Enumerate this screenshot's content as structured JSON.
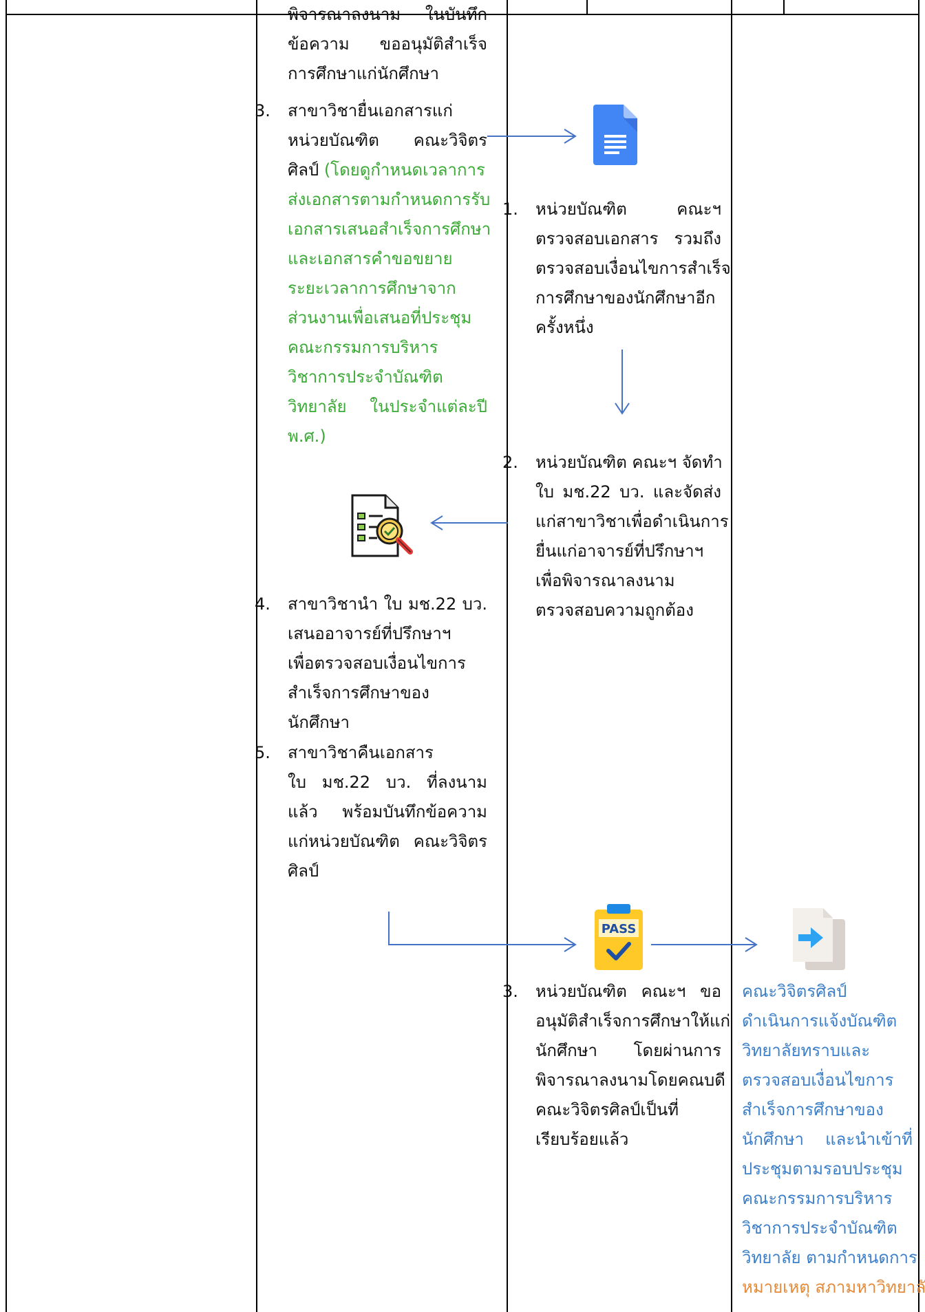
{
  "col2": {
    "intro_lines": [
      "พิจารณาลงนาม ในบันทึก",
      "ข้อความ ขออนุมัติสำเร็จ",
      "การศึกษาแก่นักศึกษา"
    ],
    "item3_num": "3.",
    "item3_lines": [
      "สาขาวิชายื่นเอกสารแก่",
      "หน่วยบัณฑิต คณะวิจิตร"
    ],
    "item3_line3_black": "ศิลป์ ",
    "item3_line3_green": "(โดยดูกำหนดเวลาการ",
    "item3_green_lines": [
      "ส่งเอกสารตามกำหนดการรับ",
      "เอกสารเสนอสำเร็จการศึกษา",
      "และเอกสารคำขอขยาย",
      "ระยะเวลาการศึกษาจาก",
      "ส่วนงานเพื่อเสนอที่ประชุม",
      "คณะกรรมการบริหาร",
      "วิชาการประจำบัณฑิต",
      "วิทยาลัย ในประจำแต่ละปี",
      "พ.ศ.)"
    ],
    "item4_num": "4.",
    "item4_lines": [
      "สาขาวิชานำ ใบ มช.22 บว.",
      "เสนออาจารย์ที่ปรึกษาฯ",
      "เพื่อตรวจสอบเงื่อนไขการ",
      "สำเร็จการศึกษาของ",
      "นักศึกษา"
    ],
    "item5_num": "5.",
    "item5_lines": [
      "สาขาวิชาคืนเอกสาร",
      "ใบ มช.22 บว. ที่ลงนาม",
      "แล้ว พร้อมบันทึกข้อความ",
      "แก่หน่วยบัณฑิต คณะวิจิตร",
      "ศิลป์"
    ]
  },
  "col3": {
    "item1_num": "1.",
    "item1_lines": [
      "หน่วยบัณฑิต คณะฯ",
      "ตรวจสอบเอกสาร รวมถึง",
      "ตรวจสอบเงื่อนไขการสำเร็จ",
      "การศึกษาของนักศึกษาอีก",
      "ครั้งหนึ่ง"
    ],
    "item2_num": "2.",
    "item2_lines": [
      "หน่วยบัณฑิต คณะฯ จัดทำ",
      "ใบ มช.22 บว. และจัดส่ง",
      "แก่สาขาวิชาเพื่อดำเนินการ",
      "ยื่นแก่อาจารย์ที่ปรึกษาฯ",
      "เพื่อพิจารณาลงนาม",
      "ตรวจสอบความถูกต้อง"
    ],
    "item3_num": "3.",
    "item3_lines": [
      "หน่วยบัณฑิต คณะฯ ขอ",
      "อนุมัติสำเร็จการศึกษาให้แก่",
      "นักศึกษา โดยผ่านการ",
      "พิจารณาลงนามโดยคณบดี",
      "คณะวิจิตรศิลป์เป็นที่",
      "เรียบร้อยแล้ว"
    ]
  },
  "col4": {
    "blue_lines": [
      "คณะวิจิตรศิลป์",
      "ดำเนินการแจ้งบัณฑิต",
      "วิทยาลัยทราบและ",
      "ตรวจสอบเงื่อนไขการ",
      "สำเร็จการศึกษาของ",
      "นักศึกษา และนำเข้าที่",
      "ประชุมตามรอบประชุม",
      "คณะกรรมการบริหาร",
      "วิชาการประจำบัณฑิต",
      "วิทยาลัย ตามกำหนดการ"
    ],
    "orange_line": "หมายเหตุ สภามหาวิทยาลัย"
  },
  "icons": {
    "doc": "google-docs-icon",
    "checklist": "checklist-magnifier-icon",
    "pass": "pass-clipboard-icon",
    "send": "send-document-icon"
  },
  "colors": {
    "green": "#3aa935",
    "blue": "#3c7fc8",
    "orange": "#e58a3a",
    "arrow": "#4472c4"
  }
}
